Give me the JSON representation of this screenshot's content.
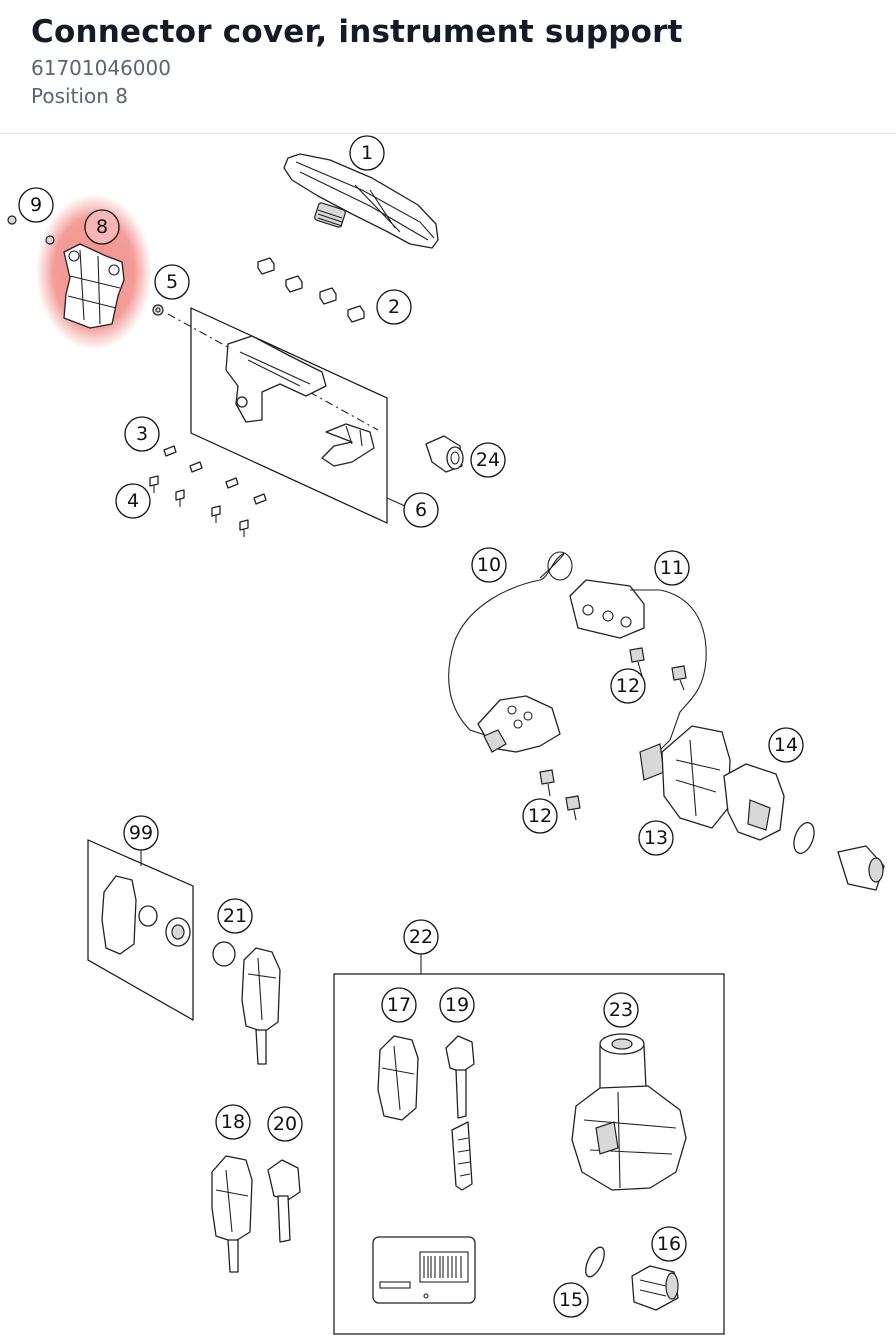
{
  "header": {
    "title": "Connector cover, instrument support",
    "part_number": "61701046000",
    "position": "Position 8"
  },
  "diagram": {
    "highlight_color": "#f28b86",
    "selected_callout": "8",
    "callouts": {
      "c1": "1",
      "c2": "2",
      "c3": "3",
      "c4": "4",
      "c5": "5",
      "c6": "6",
      "c8": "8",
      "c9": "9",
      "c10": "10",
      "c11": "11",
      "c12a": "12",
      "c12b": "12",
      "c13": "13",
      "c14": "14",
      "c15": "15",
      "c16": "16",
      "c17": "17",
      "c18": "18",
      "c19": "19",
      "c20": "20",
      "c21": "21",
      "c22": "22",
      "c23": "23",
      "c24": "24",
      "c99": "99"
    }
  }
}
